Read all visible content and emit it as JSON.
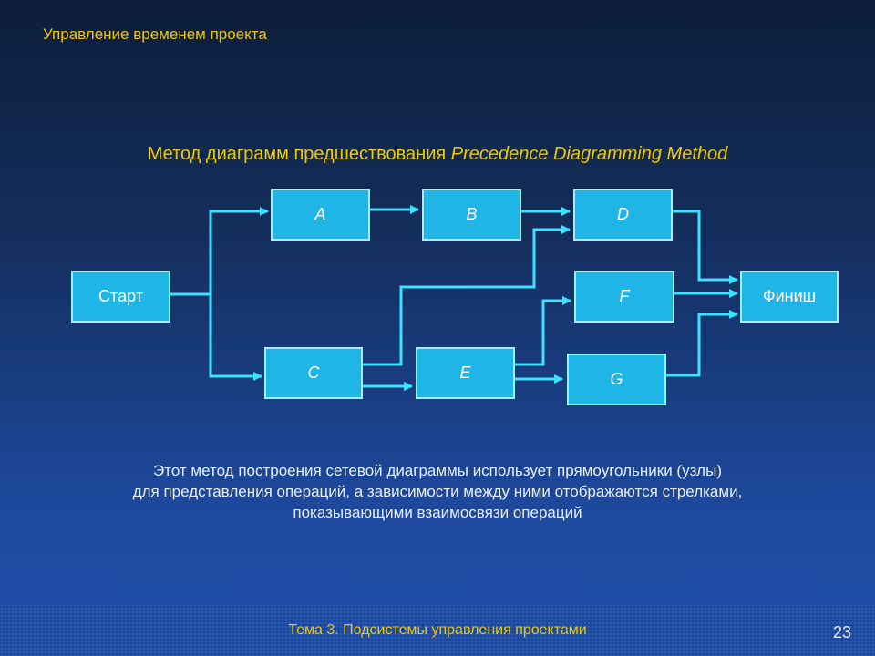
{
  "header": {
    "title": "Управление временем проекта"
  },
  "main": {
    "title_plain": "Метод диаграмм предшествования ",
    "title_italic": "Precedence Diagramming Method"
  },
  "diagram": {
    "nodes": {
      "start": "Старт",
      "a": "A",
      "b": "B",
      "c": "C",
      "d": "D",
      "e": "E",
      "f": "F",
      "g": "G",
      "finish": "Финиш"
    },
    "edges": [
      [
        "Старт",
        "A"
      ],
      [
        "Старт",
        "C"
      ],
      [
        "A",
        "B"
      ],
      [
        "B",
        "D"
      ],
      [
        "C",
        "D"
      ],
      [
        "C",
        "E"
      ],
      [
        "E",
        "F"
      ],
      [
        "E",
        "G"
      ],
      [
        "D",
        "Финиш"
      ],
      [
        "F",
        "Финиш"
      ],
      [
        "G",
        "Финиш"
      ]
    ],
    "colors": {
      "node_fill": "#1fb5e6",
      "node_border": "#9ef0ff",
      "arrow": "#3ee0ff"
    }
  },
  "description": {
    "line1": "Этот метод построения сетевой диаграммы использует прямоугольники (узлы)",
    "line2": "для представления операций, а зависимости между ними отображаются стрелками,",
    "line3": "показывающими взаимосвязи операций"
  },
  "footer": {
    "text": "Тема 3. Подсистемы управления проектами",
    "page_number": "23"
  }
}
